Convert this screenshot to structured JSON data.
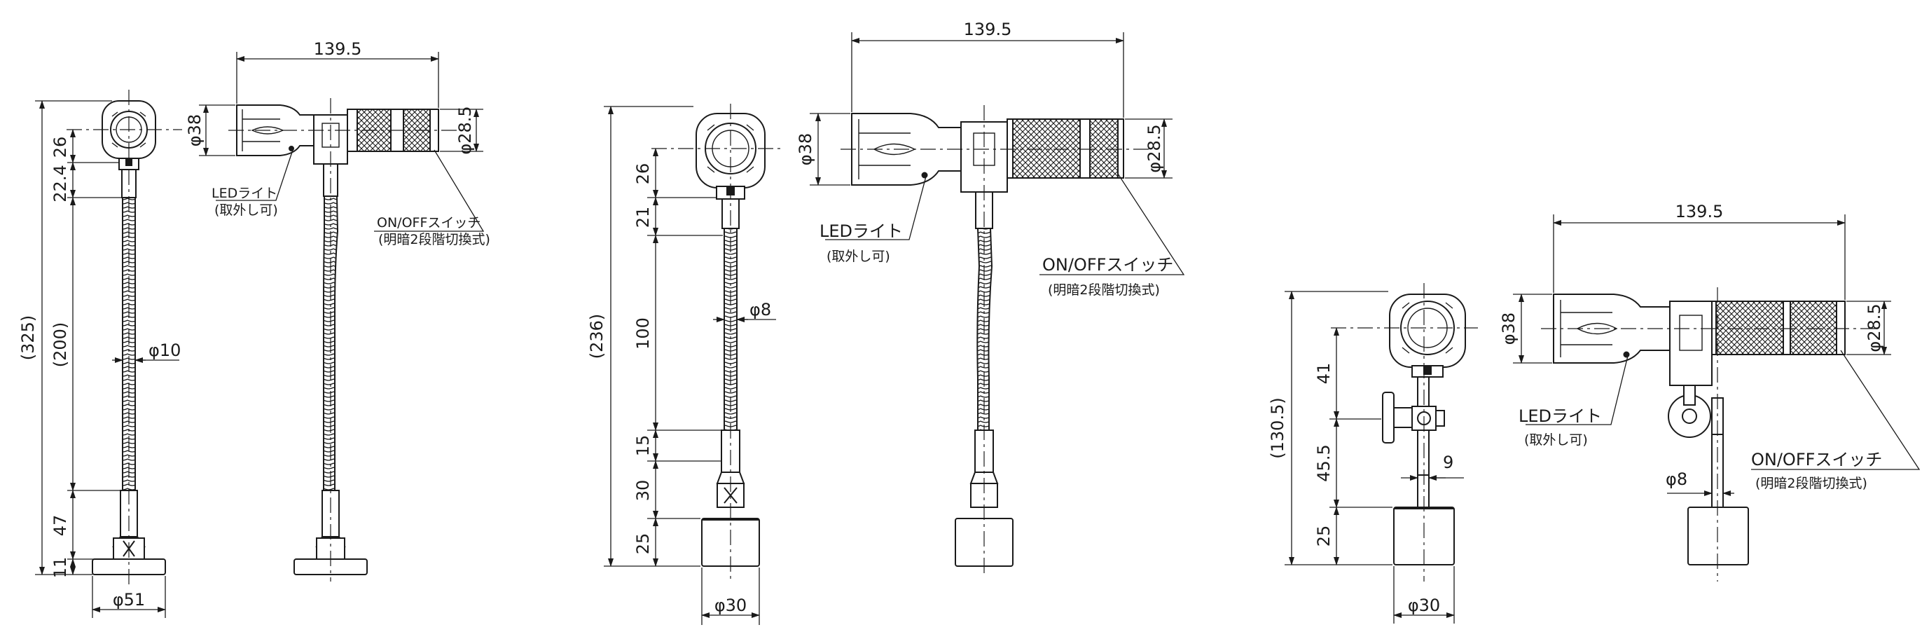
{
  "colors": {
    "line": "#1a1a1a",
    "background": "#ffffff"
  },
  "common": {
    "led_label": "LEDライト",
    "led_sub": "(取外し可)",
    "switch_label": "ON/OFFスイッチ",
    "switch_sub": "(明暗2段階切換式)"
  },
  "view_a": {
    "overall_height": "(325)",
    "hose_length": "(200)",
    "head_dim": "26",
    "neck_dim": "22.4",
    "lower_dim": "47",
    "base_dim": "11",
    "hose_dia": "φ10",
    "base_dia": "φ51",
    "width": "139.5",
    "head_dia": "φ38",
    "body_dia": "φ28.5"
  },
  "view_b": {
    "overall_height": "(236)",
    "head_dim": "26",
    "neck_dim": "21",
    "hose_length": "100",
    "lower_dim_1": "15",
    "lower_dim_2": "30",
    "base_dim": "25",
    "hose_dia": "φ8",
    "base_dia": "φ30",
    "width": "139.5",
    "head_dia": "φ38",
    "body_dia": "φ28.5"
  },
  "view_c": {
    "overall_height": "(130.5)",
    "upper_dim": "41",
    "middle_dim": "45.5",
    "base_dim": "25",
    "offset_dim": "9",
    "base_dia": "φ30",
    "width": "139.5",
    "head_dia": "φ38",
    "body_dia": "φ28.5",
    "arm_dia": "φ8"
  }
}
